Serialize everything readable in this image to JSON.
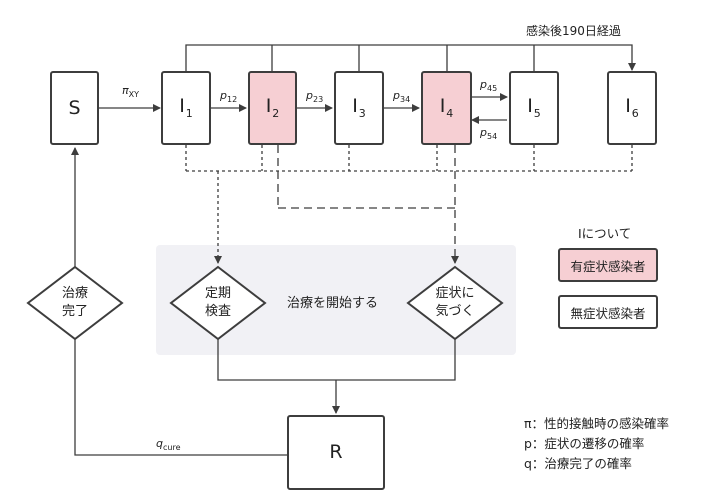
{
  "nodes": {
    "S": "S",
    "I1": {
      "main": "I",
      "sub": "1"
    },
    "I2": {
      "main": "I",
      "sub": "2"
    },
    "I3": {
      "main": "I",
      "sub": "3"
    },
    "I4": {
      "main": "I",
      "sub": "4"
    },
    "I5": {
      "main": "I",
      "sub": "5"
    },
    "I6": {
      "main": "I",
      "sub": "6"
    },
    "R": "R"
  },
  "edge_labels": {
    "pi_xy": {
      "main": "π",
      "sub": "XY"
    },
    "p12": {
      "main": "p",
      "sub": "12"
    },
    "p23": {
      "main": "p",
      "sub": "23"
    },
    "p34": {
      "main": "p",
      "sub": "34"
    },
    "p45": {
      "main": "p",
      "sub": "45"
    },
    "p54": {
      "main": "p",
      "sub": "54"
    },
    "q_cure": {
      "main": "q",
      "sub": "cure"
    }
  },
  "top_line_label": "感染後190日経過",
  "decisions": {
    "cure": [
      "治療",
      "完了"
    ],
    "checkup": [
      "定期",
      "検査"
    ],
    "notice": [
      "症状に",
      "気づく"
    ]
  },
  "treatment_label": "治療を開始する",
  "legend": {
    "title": "Iについて",
    "symptomatic": "有症状感染者",
    "asymptomatic": "無症状感染者"
  },
  "notes": [
    "π：性的接触時の感染確率",
    "p：症状の遷移の確率",
    "q：治療完了の確率"
  ],
  "colors": {
    "symptomatic_fill": "#f6cfd3",
    "stroke": "#3d3d3d",
    "panel": "#f1f1f5"
  }
}
